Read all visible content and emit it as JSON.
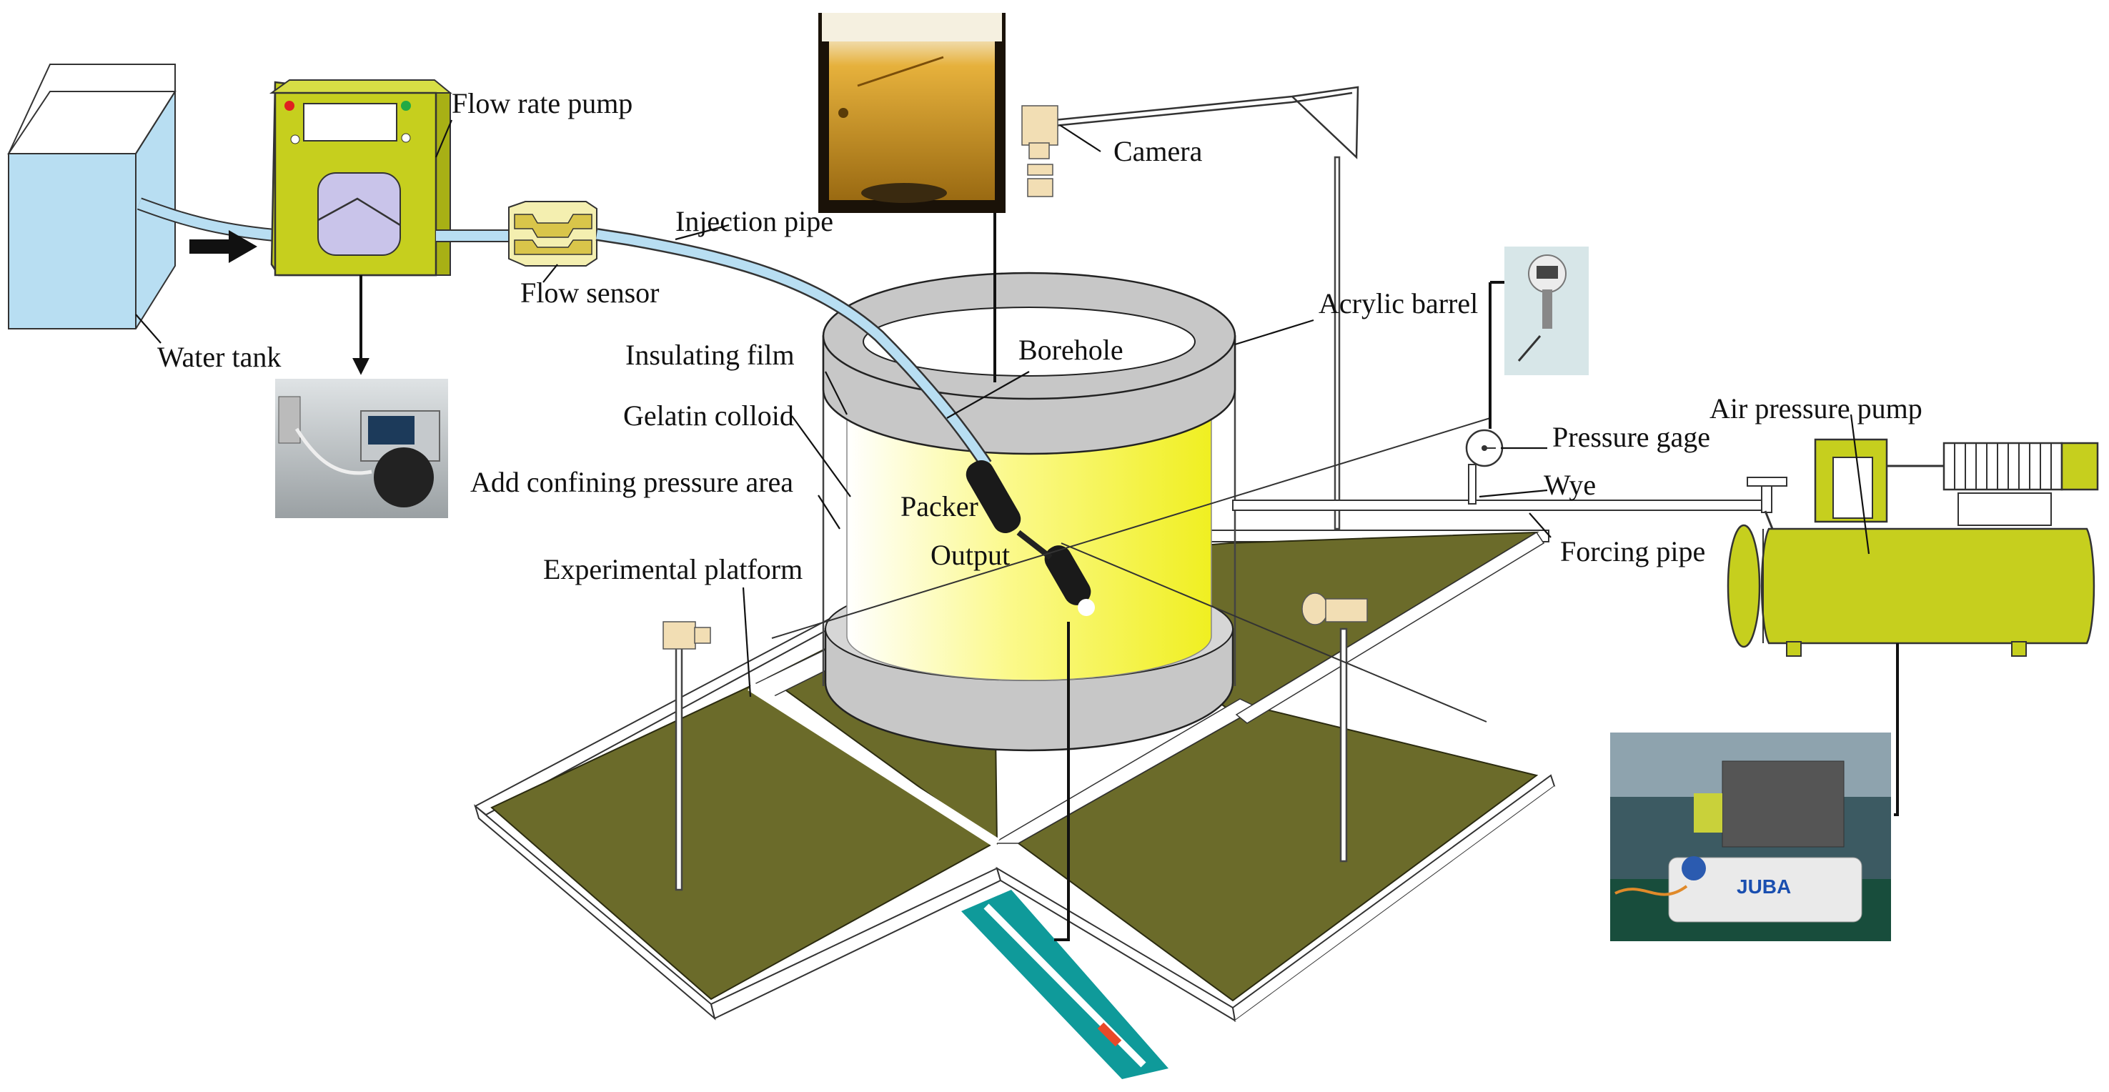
{
  "labels": {
    "flow_rate_pump": "Flow rate pump",
    "water_tank": "Water tank",
    "flow_sensor": "Flow sensor",
    "injection_pipe": "Injection pipe",
    "camera": "Camera",
    "borehole": "Borehole",
    "insulating_film": "Insulating film",
    "gelatin_colloid": "Gelatin colloid",
    "add_confining_pressure_area": "Add confining pressure area",
    "packer": "Packer",
    "output": "Output",
    "experimental_platform": "Experimental platform",
    "acrylic_barrel": "Acrylic barrel",
    "pressure_gage": "Pressure gage",
    "wye": "Wye",
    "forcing_pipe": "Forcing pipe",
    "air_pressure_pump": "Air pressure pump"
  },
  "photo_text": {
    "compressor_brand": "JUBA"
  },
  "colors": {
    "platform": "#6b6b2a",
    "gelatin": "#f0ef21",
    "water": "#b8def2",
    "pump_body": "#c6cf1e",
    "pump_head": "#c9c4ea",
    "barrel_rim": "#c7c7c7",
    "camera": "#f2deb4",
    "packer": "#1a1a1a",
    "compressor": "#c6cf1e"
  },
  "icons": [
    "water-tank-icon",
    "flow-pump-icon",
    "flow-sensor-icon",
    "camera-icon",
    "pressure-gage-icon",
    "air-pressure-pump-icon",
    "packer-icon"
  ]
}
